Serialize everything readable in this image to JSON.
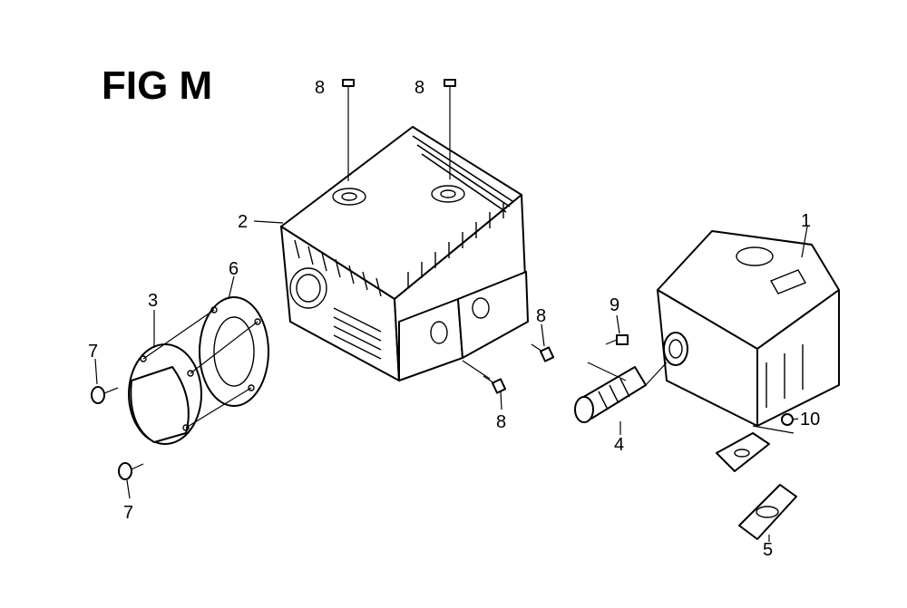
{
  "figure": {
    "title": "FIG M",
    "callouts": {
      "c1": "1",
      "c2": "2",
      "c3": "3",
      "c4": "4",
      "c5": "5",
      "c6": "6",
      "c7a": "7",
      "c7b": "7",
      "c8a": "8",
      "c8b": "8",
      "c8c": "8",
      "c8d": "8",
      "c9": "9",
      "c10": "10"
    }
  }
}
